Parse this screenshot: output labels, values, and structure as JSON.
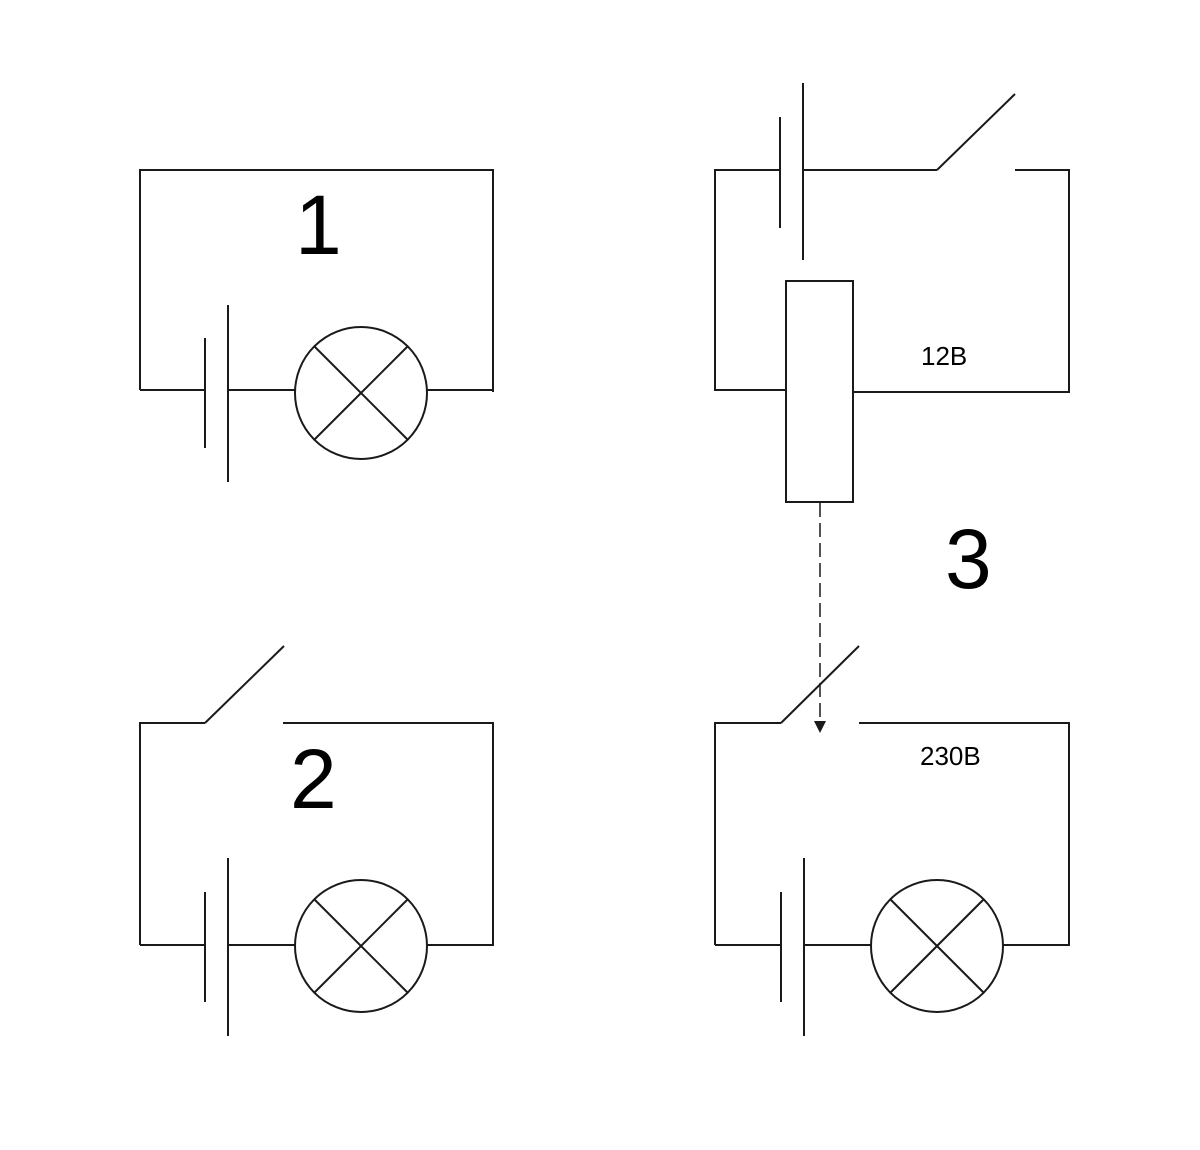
{
  "circuits": [
    {
      "label": "1"
    },
    {
      "label": "2"
    },
    {
      "label": "3",
      "control_voltage": "12B",
      "load_voltage": "230B"
    }
  ],
  "colors": {
    "line": "#1a1a1a",
    "text": "#000000",
    "background": "#ffffff"
  },
  "icons": [
    "battery-icon",
    "lamp-icon",
    "switch-icon",
    "relay-coil-icon"
  ]
}
